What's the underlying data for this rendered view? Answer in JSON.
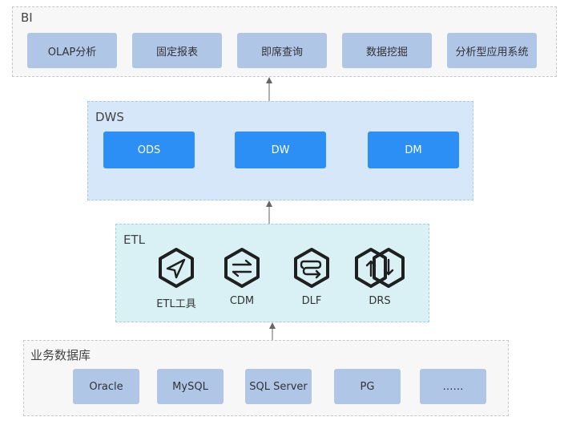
{
  "bi": {
    "title": "BI",
    "items": [
      "OLAP分析",
      "固定报表",
      "即席查询",
      "数据挖掘",
      "分析型应用系统"
    ]
  },
  "dws": {
    "title": "DWS",
    "items": [
      "ODS",
      "DW",
      "DM"
    ]
  },
  "etl": {
    "title": "ETL",
    "items": [
      {
        "label": "ETL工具",
        "icon": "navigation-arrow-icon"
      },
      {
        "label": "CDM",
        "icon": "bidirectional-arrows-icon"
      },
      {
        "label": "DLF",
        "icon": "scroll-flow-icon"
      },
      {
        "label": "DRS",
        "icon": "replication-icon"
      }
    ]
  },
  "db": {
    "title": "业务数据库",
    "items": [
      "Oracle",
      "MySQL",
      "SQL Server",
      "PG",
      "……"
    ]
  },
  "colors": {
    "bi_box": "#afc6e7",
    "dws_bg": "#d6e7f9",
    "dws_box": "#2b8ff5",
    "etl_bg": "#d9f1f5",
    "connector": "#666666"
  }
}
